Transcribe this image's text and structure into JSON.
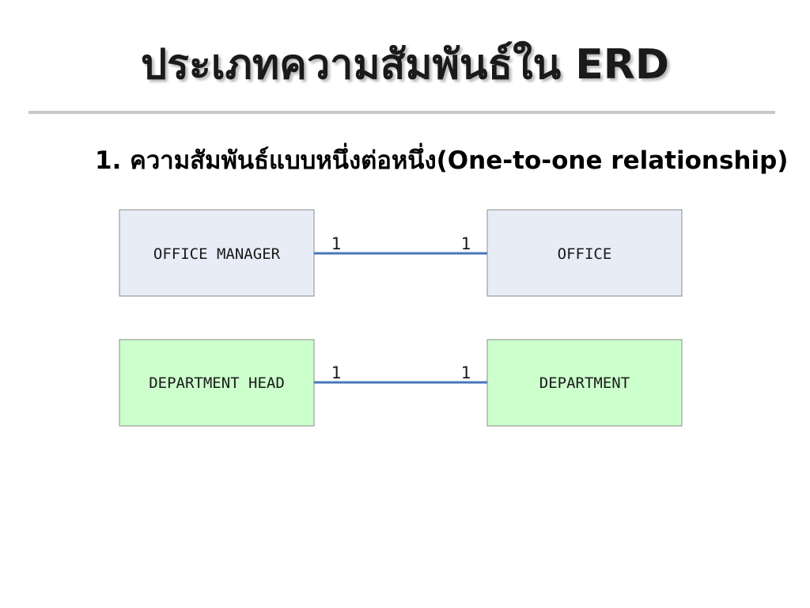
{
  "slide": {
    "title": "ประเภทความสัมพันธ์ใน ERD",
    "subtitle": "1. ความสัมพันธ์แบบหนึ่งต่อหนึ่ง(One-to-one relationship)"
  },
  "diagram": {
    "relationships": [
      {
        "left_entity": "OFFICE MANAGER",
        "right_entity": "OFFICE",
        "left_cardinality": "1",
        "right_cardinality": "1"
      },
      {
        "left_entity": "DEPARTMENT HEAD",
        "right_entity": "DEPARTMENT",
        "left_cardinality": "1",
        "right_cardinality": "1"
      }
    ]
  },
  "colors": {
    "row1_fill": "#e8ecf7",
    "row2_fill": "#ccffcc",
    "box_stroke": "#8c8c8c",
    "line": "#4a76b8"
  }
}
